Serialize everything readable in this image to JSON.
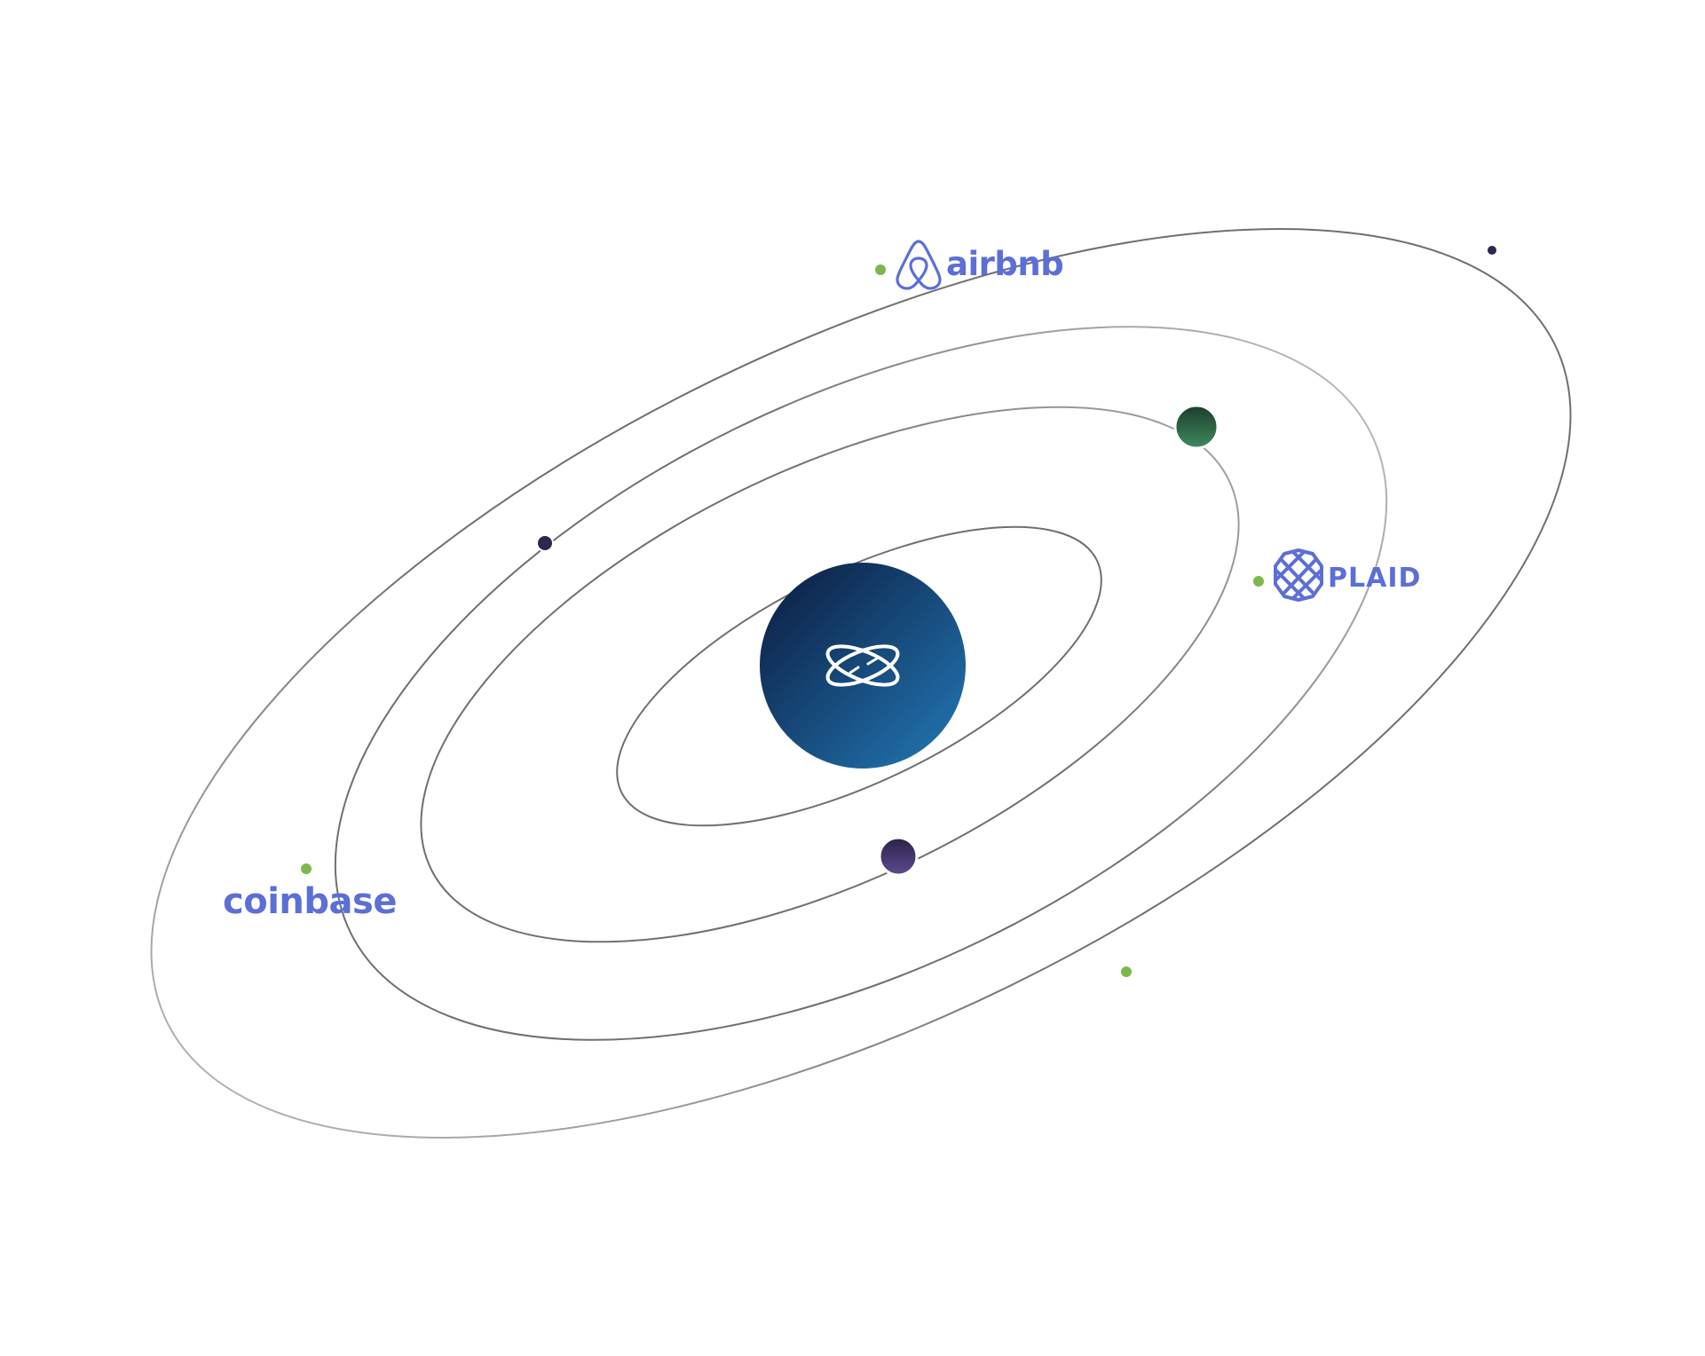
{
  "colors": {
    "background": "#ffffff",
    "orbit_dark": "#6f6f6f",
    "orbit_light": "#c4c4c4",
    "brand_logo": "#5b6fd6",
    "integration_dot": "#7db84a",
    "small_planet": "#2e2750",
    "planet_green_top": "#1c3d2b",
    "planet_green_bottom": "#3f8a5e",
    "planet_purple_top": "#2b2246",
    "planet_purple_bottom": "#5d4a91",
    "core_gradient_start": "#0b1a3d",
    "core_gradient_end": "#2279b7",
    "core_icon": "#ffffff"
  },
  "core": {
    "icon": "atom-orbit-icon"
  },
  "integrations": [
    {
      "label": "airbnb",
      "icon": "airbnb-icon"
    },
    {
      "label": "PLAID",
      "icon": "plaid-icon"
    },
    {
      "label": "coinbase",
      "icon": ""
    }
  ]
}
